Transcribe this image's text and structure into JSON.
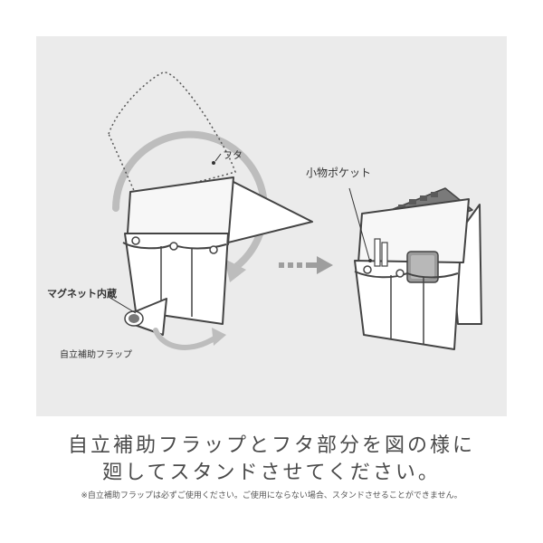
{
  "illustration": {
    "label_futa": "フタ",
    "label_pocket": "小物ポケット",
    "label_magnet": "マグネット内蔵",
    "label_flap": "自立補助フラップ"
  },
  "instructions": {
    "line1": "自立補助フラップとフタ部分を図の様に",
    "line2": "廻してスタンドさせてください。"
  },
  "note": "※自立補助フラップは必ずご使用ください。ご使用にならない場合、スタンドさせることができません。",
  "colors": {
    "panel_bg": "#ebebeb",
    "outline": "#444444",
    "rotate_arrow": "#bdbdbd",
    "text": "#4a4a4a"
  },
  "icons": [
    "rotate-arrow-icon",
    "dotted-right-arrow-icon",
    "magnet-icon"
  ]
}
